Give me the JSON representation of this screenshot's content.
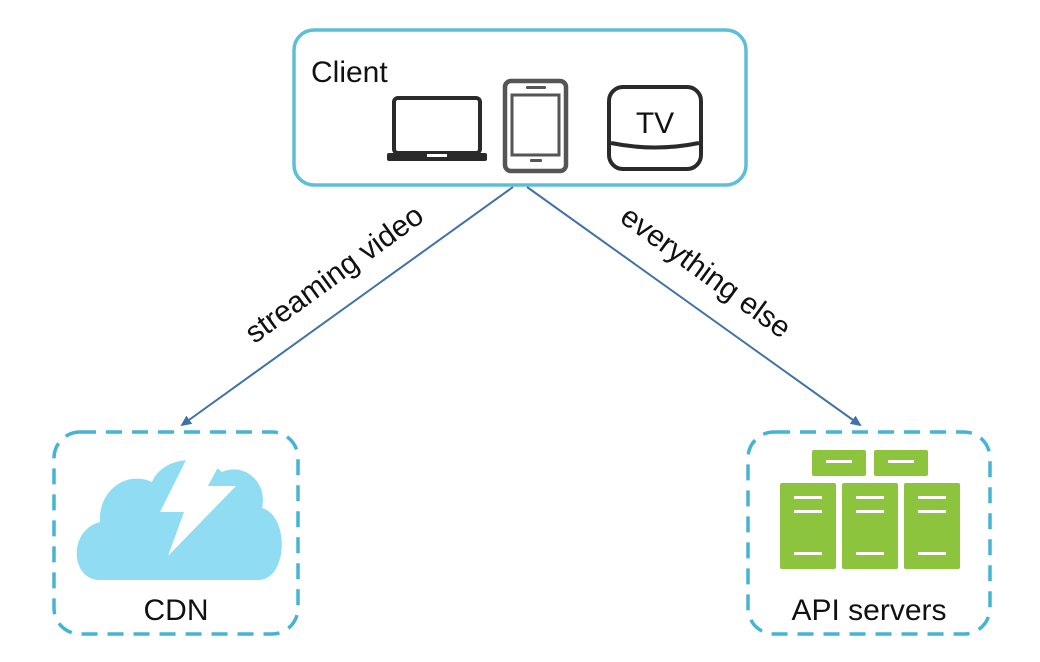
{
  "client": {
    "title": "Client",
    "devices": {
      "tv_label": "TV"
    }
  },
  "edges": {
    "to_cdn": "streaming video",
    "to_api": "everything else"
  },
  "cdn": {
    "label": "CDN"
  },
  "api": {
    "label": "API servers"
  },
  "colors": {
    "client_border": "#5bbfda",
    "dashed_border": "#45b4d4",
    "arrow": "#3f72a8",
    "cloud": "#8fdcf3",
    "server": "#8cc43e"
  }
}
